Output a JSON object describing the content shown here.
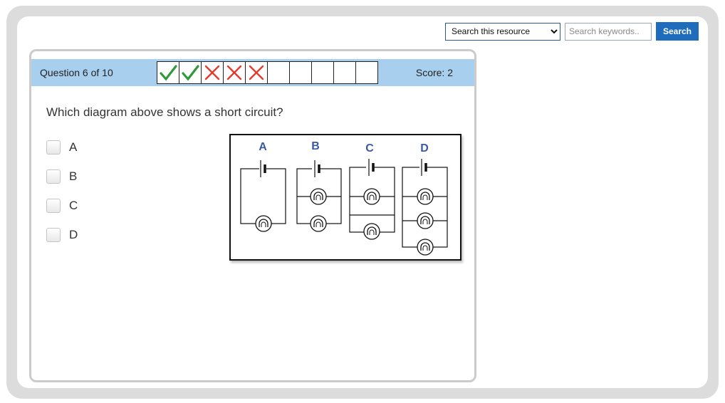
{
  "search": {
    "select_value": "Search this resource",
    "placeholder": "Search keywords..",
    "button_label": "Search"
  },
  "quiz": {
    "counter": "Question 6 of 10",
    "score": "Score: 2",
    "progress": [
      "correct",
      "correct",
      "incorrect",
      "incorrect",
      "incorrect",
      "",
      "",
      "",
      "",
      ""
    ],
    "question": "Which diagram above shows a short circuit?",
    "options": [
      "A",
      "B",
      "C",
      "D"
    ],
    "diagram_labels": [
      "A",
      "B",
      "C",
      "D"
    ]
  },
  "colors": {
    "header": "#a9cfee",
    "correct": "#2e9a3a",
    "incorrect": "#e23b2e",
    "button": "#1f6cbc",
    "diagram_label": "#3a5aa8"
  },
  "icons": {
    "correct": "check-icon",
    "incorrect": "cross-icon"
  }
}
